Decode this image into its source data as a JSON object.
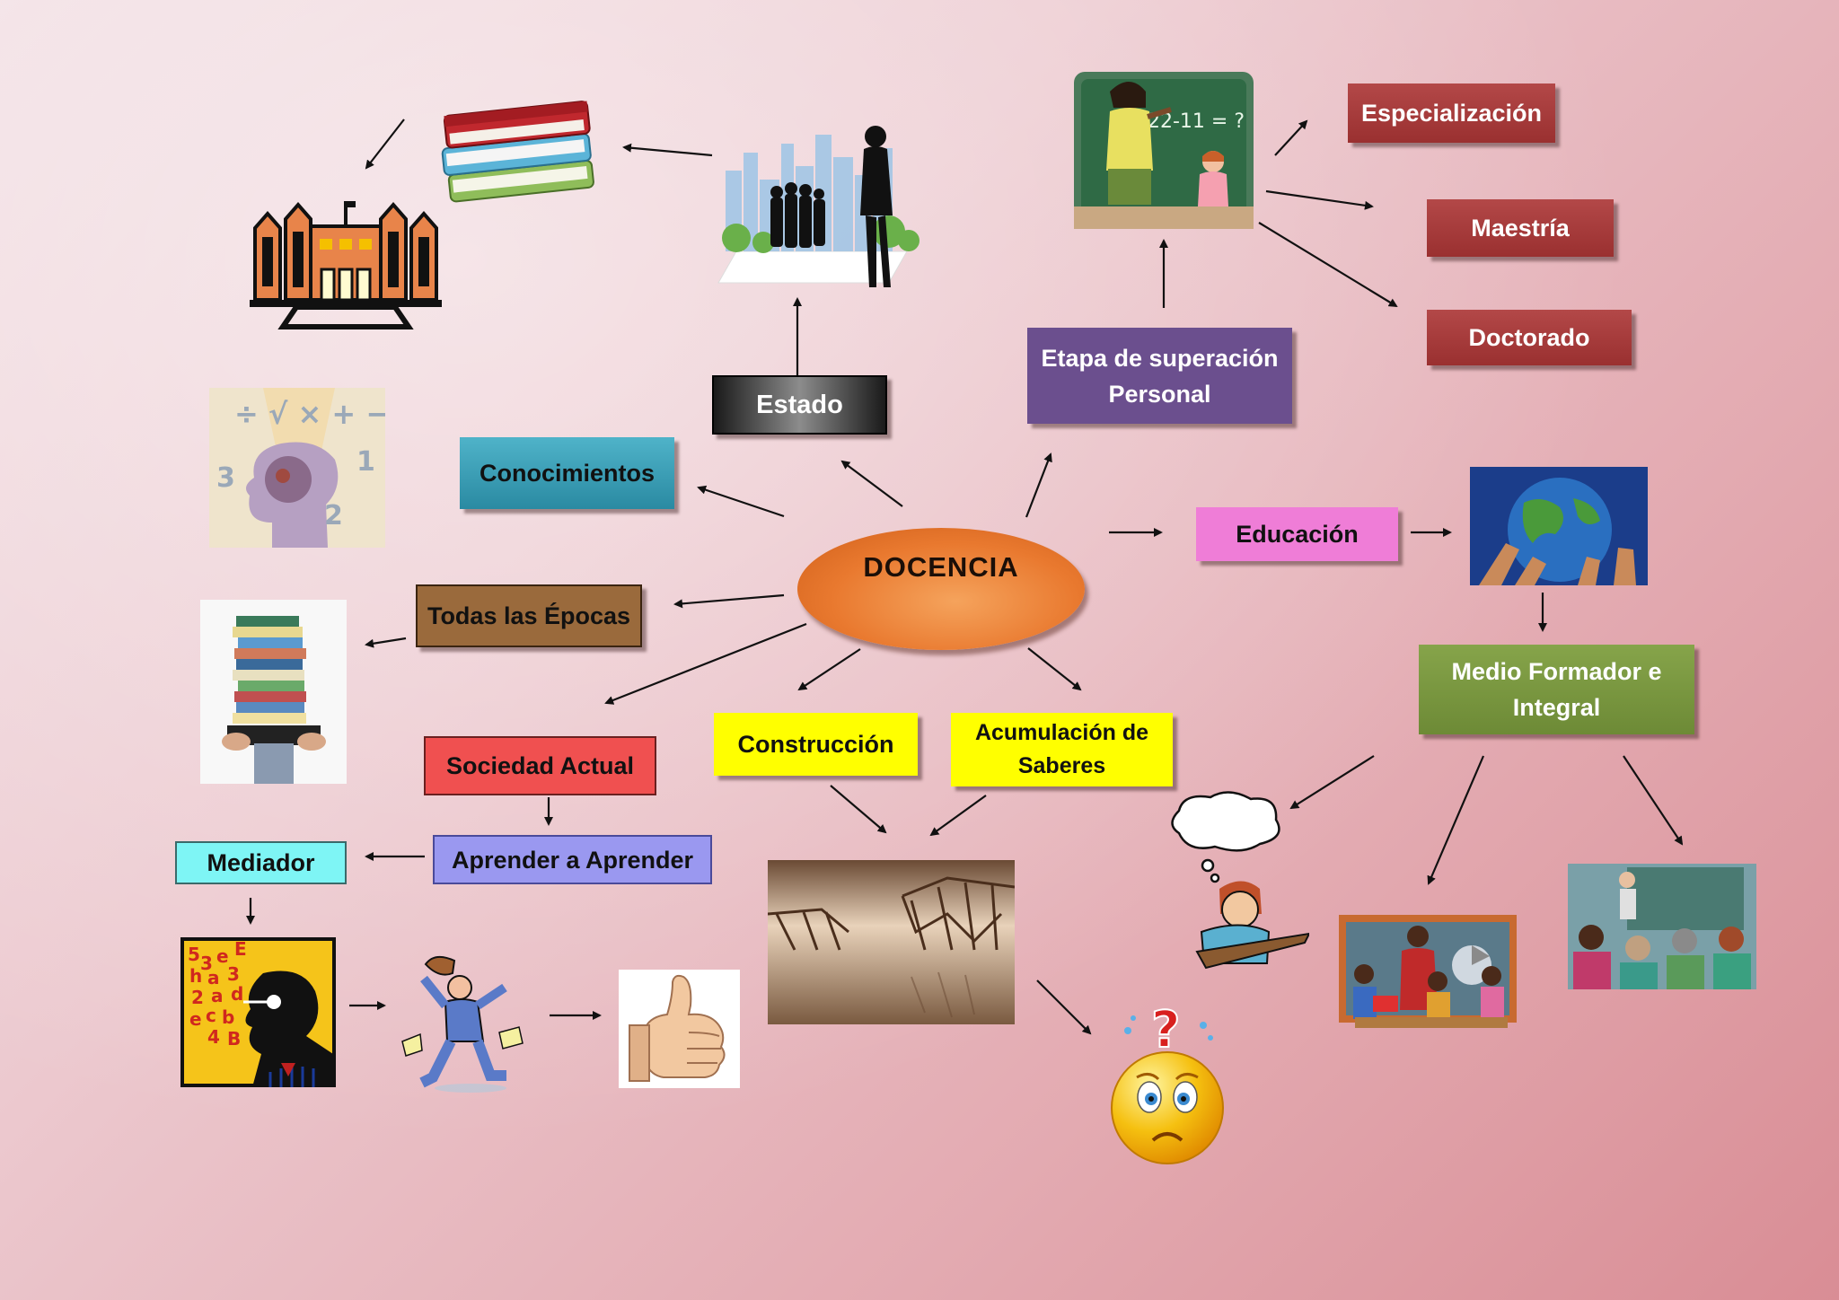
{
  "central": "DOCENCIA",
  "nodes": {
    "estado": "Estado",
    "conocimientos": "Conocimientos",
    "etapa": "Etapa de superación Personal",
    "especializacion": "Especialización",
    "maestria": "Maestría",
    "doctorado": "Doctorado",
    "educacion": "Educación",
    "medio": "Medio Formador e Integral",
    "todas_epocas": "Todas las Épocas",
    "construccion": "Construcción",
    "acumulacion": "Acumulación de Saberes",
    "sociedad": "Sociedad Actual",
    "aprender": "Aprender a Aprender",
    "mediador": "Mediador"
  },
  "illustrations": {
    "chalkboard_text": "22-11 = ?",
    "math_symbols": "÷ √ × + −",
    "math_numbers": [
      "3",
      "1",
      "2"
    ],
    "confused_mark": "?"
  },
  "colors": {
    "estado": "#2a2a2a",
    "conocimientos": "#2e8fa6",
    "etapa": "#6b4f8e",
    "red_boxes": "#a83a3a",
    "educacion": "#ef7dd7",
    "medio": "#7d9a43",
    "todas_epocas": "#9a6a3c",
    "construccion": "#ffff00",
    "sociedad": "#f05050",
    "aprender": "#9a98f0",
    "mediador": "#7ef5f5",
    "central": "#e8742c"
  }
}
